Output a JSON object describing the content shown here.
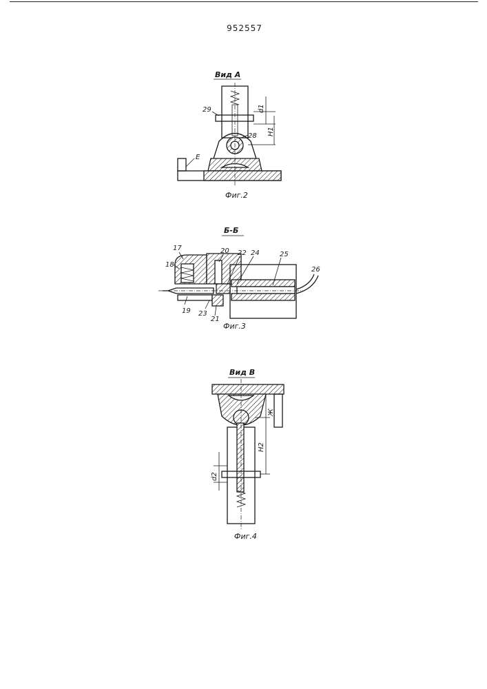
{
  "document": {
    "patent_number": "952557"
  },
  "figure2": {
    "title": "Вид А",
    "caption": "Фиг.2",
    "labels": {
      "l29": "29",
      "l28": "28",
      "lE": "Е",
      "d1": "d1",
      "h1": "H1"
    }
  },
  "figure3": {
    "title": "Б-Б",
    "caption": "Фиг.3",
    "labels": {
      "l17": "17",
      "l18": "18",
      "l19": "19",
      "l20": "20",
      "l21": "21",
      "l22": "22",
      "l23": "23",
      "l24": "24",
      "l25": "25",
      "l26": "26"
    }
  },
  "figure4": {
    "title": "Вид В",
    "caption": "Фиг.4",
    "labels": {
      "d2": "d2",
      "h2": "H2",
      "zh": "Ж"
    }
  }
}
